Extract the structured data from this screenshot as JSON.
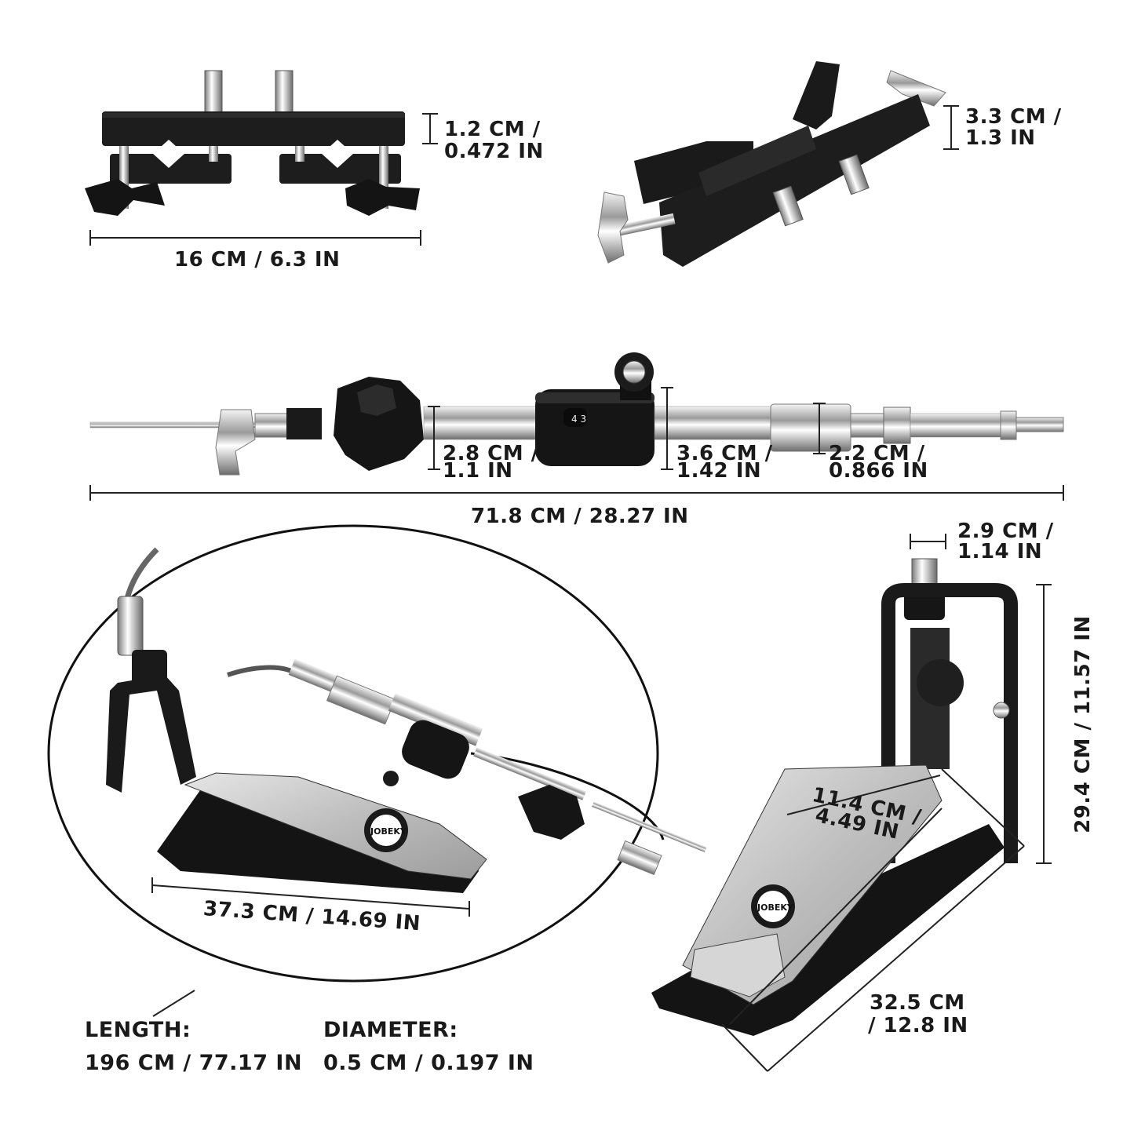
{
  "clamp_flat": {
    "thickness_cm": "1.2 CM /",
    "thickness_in": "0.472 IN",
    "length": "16 CM / 6.3 IN"
  },
  "clamp_angled": {
    "thickness_cm": "3.3 CM /",
    "thickness_in": "1.3 IN"
  },
  "rod": {
    "d1_cm": "2.8 CM /",
    "d1_in": "1.1 IN",
    "d2_cm": "3.6 CM /",
    "d2_in": "1.42 IN",
    "d3_cm": "2.2 CM /",
    "d3_in": "0.866 IN",
    "length": "71.8 CM / 28.27 IN",
    "knob_mark": "4 3"
  },
  "pedal_remote": {
    "length": "37.3 CM / 14.69 IN",
    "logo": "JOBEKY"
  },
  "pedal_main": {
    "post_cm": "2.9 CM /",
    "post_in": "1.14 IN",
    "height": "29.4 CM / 11.57 IN",
    "width_cm": "11.4 CM /",
    "width_in": "4.49 IN",
    "length_cm": "32.5 CM",
    "length_in": "/ 12.8 IN",
    "logo": "JOBEKY"
  },
  "cable": {
    "length_label": "LENGTH:",
    "length_value": "196 CM / 77.17 IN",
    "diameter_label": "DIAMETER:",
    "diameter_value": "0.5 CM / 0.197 IN"
  }
}
